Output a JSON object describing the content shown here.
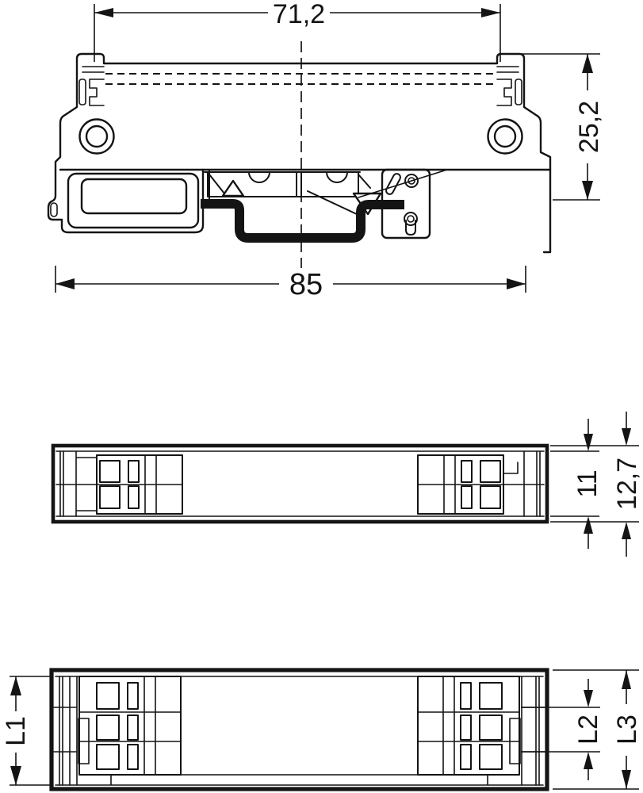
{
  "drawing": {
    "background_color": "#ffffff",
    "line_color": "#141414",
    "front_view": {
      "dim_overall_width_top": "71,2",
      "dim_height_right": "25,2",
      "dim_overall_width_bottom": "85"
    },
    "top_plan_view": {
      "dim_inner_height": "11",
      "dim_outer_height": "12,7"
    },
    "bottom_plan_view": {
      "dim_left_height": "L1",
      "dim_right_inner_height": "L2",
      "dim_right_outer_height": "L3"
    }
  }
}
